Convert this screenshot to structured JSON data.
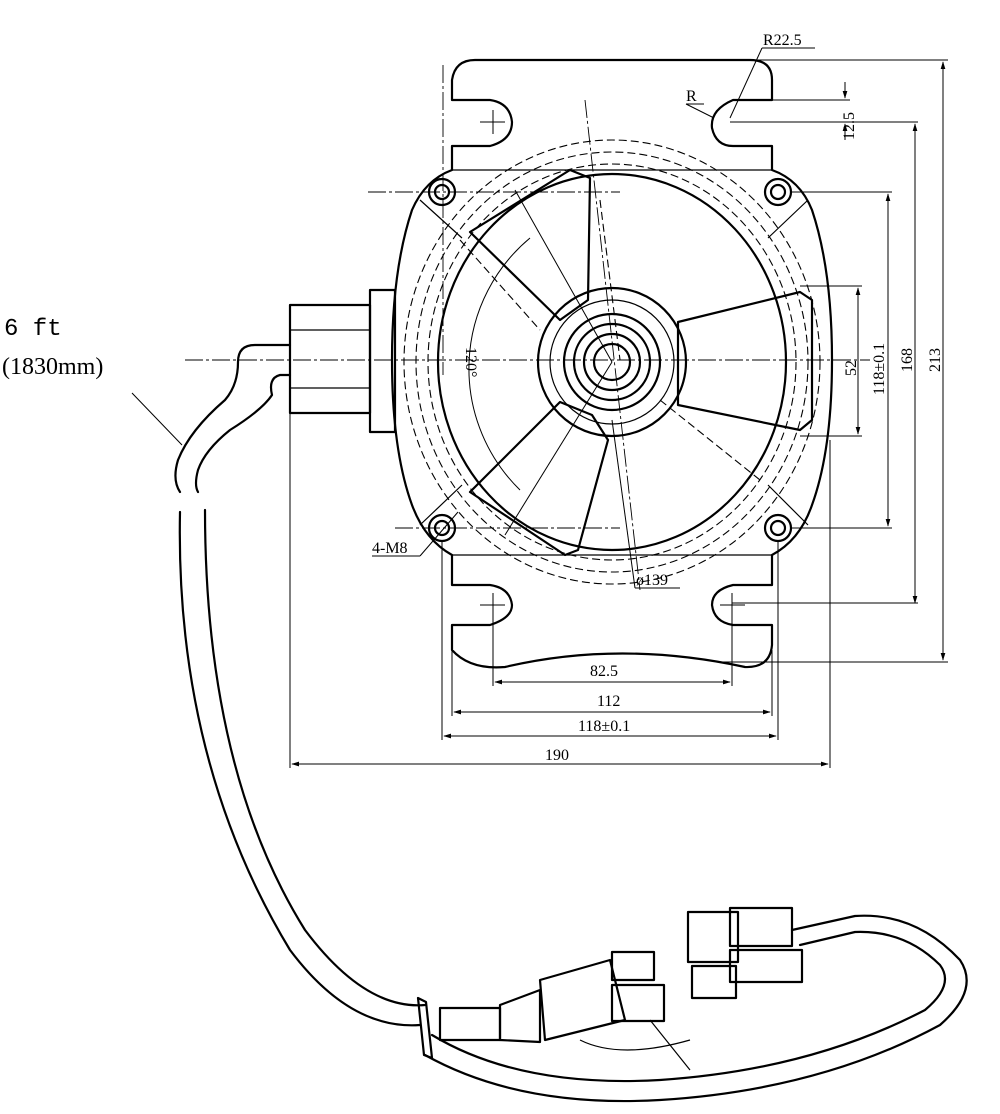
{
  "cable": {
    "length_ft": "6 ft",
    "length_mm": "(1830mm)"
  },
  "dimensions": {
    "r_slot": "R22.5",
    "r_small": "R",
    "slot_width": "12.5",
    "hole_pitch_v": "118±0.1",
    "pitch_v_outer": "168",
    "height_total": "213",
    "hub_height": "52",
    "angle": "120°",
    "threads": "4-M8",
    "ring_diameter": "ø139",
    "slot_pitch_h": "82.5",
    "width_inner": "112",
    "hole_pitch_h": "118±0.1",
    "width_total": "190"
  }
}
